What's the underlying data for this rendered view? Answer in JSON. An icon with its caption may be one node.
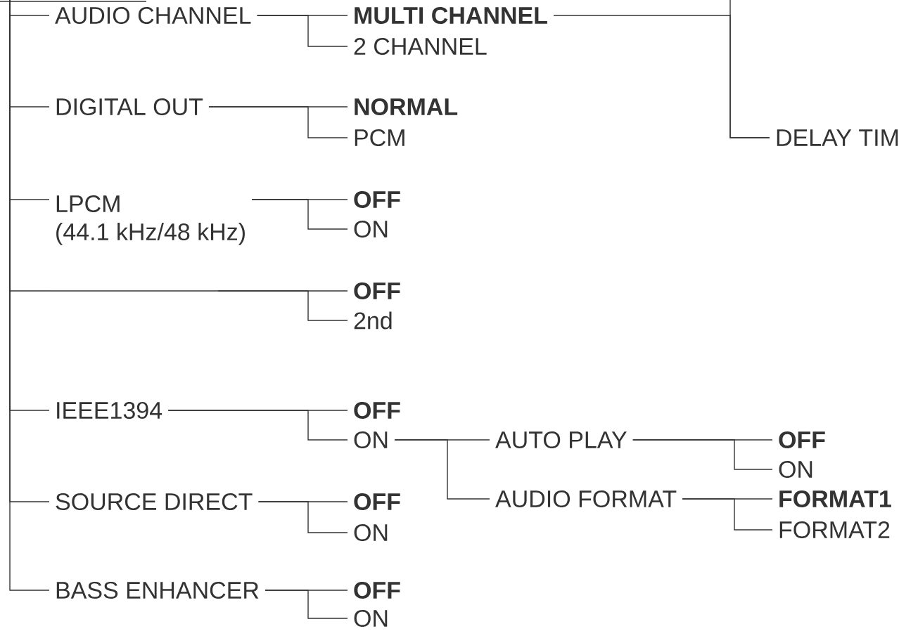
{
  "diagram": {
    "nodes": [
      {
        "text": [
          "AUDIO CHANNEL"
        ]
      },
      {
        "text": [
          "MULTI CHANNEL"
        ]
      },
      {
        "text": [
          "2 CHANNEL"
        ]
      },
      {
        "text": [
          "DIGITAL OUT"
        ]
      },
      {
        "text": [
          "NORMAL"
        ]
      },
      {
        "text": [
          "PCM"
        ]
      },
      {
        "text": [
          "LPCM",
          "(44.1 kHz/48 kHz)"
        ]
      },
      {
        "text": [
          "OFF"
        ]
      },
      {
        "text": [
          "ON"
        ]
      },
      {
        "text": [],
        "shape": "line"
      },
      {
        "text": [
          "OFF"
        ]
      },
      {
        "text": [
          "2nd"
        ]
      },
      {
        "text": [
          "IEEE1394"
        ]
      },
      {
        "text": [
          "OFF"
        ]
      },
      {
        "text": [
          "ON"
        ]
      },
      {
        "text": [
          "AUTO PLAY"
        ]
      },
      {
        "text": [
          "AUDIO  FORMAT"
        ]
      },
      {
        "text": [
          "OFF"
        ]
      },
      {
        "text": [
          "ON"
        ]
      },
      {
        "text": [
          "FORMAT1"
        ]
      },
      {
        "text": [
          "FORMAT2"
        ]
      },
      {
        "text": [
          "SOURCE DIRECT"
        ]
      },
      {
        "text": [
          "OFF"
        ]
      },
      {
        "text": [
          "ON"
        ]
      },
      {
        "text": [
          "BASS ENHANCER"
        ]
      },
      {
        "text": [
          "OFF"
        ]
      },
      {
        "text": [
          "ON"
        ]
      },
      {
        "text": [
          "DELAY TIM"
        ]
      }
    ],
    "edges": [
      {
        "from": null,
        "to": 0,
        "arrow": "none"
      },
      {
        "from": null,
        "to": 3,
        "arrow": "none"
      },
      {
        "from": null,
        "to": 6,
        "arrow": "none"
      },
      {
        "from": null,
        "to": 9,
        "arrow": "none"
      },
      {
        "from": null,
        "to": 12,
        "arrow": "none"
      },
      {
        "from": null,
        "to": 21,
        "arrow": "none"
      },
      {
        "from": null,
        "to": 24,
        "arrow": "none"
      },
      {
        "from": 0,
        "to": 1,
        "arrow": "none"
      },
      {
        "from": 0,
        "to": 2,
        "arrow": "none"
      },
      {
        "from": 1,
        "to": 27,
        "arrow": "none"
      },
      {
        "from": null,
        "to": 27,
        "arrow": "none"
      },
      {
        "from": 3,
        "to": 4,
        "arrow": "none"
      },
      {
        "from": 3,
        "to": 5,
        "arrow": "none"
      },
      {
        "from": 6,
        "to": 7,
        "arrow": "none"
      },
      {
        "from": 6,
        "to": 8,
        "arrow": "none"
      },
      {
        "from": 9,
        "to": 10,
        "arrow": "none"
      },
      {
        "from": 9,
        "to": 11,
        "arrow": "none"
      },
      {
        "from": 12,
        "to": 13,
        "arrow": "none"
      },
      {
        "from": 12,
        "to": 14,
        "arrow": "none"
      },
      {
        "from": 14,
        "to": 15,
        "arrow": "none"
      },
      {
        "from": 14,
        "to": 16,
        "arrow": "none"
      },
      {
        "from": 15,
        "to": 17,
        "arrow": "none"
      },
      {
        "from": 15,
        "to": 18,
        "arrow": "none"
      },
      {
        "from": 16,
        "to": 19,
        "arrow": "none"
      },
      {
        "from": 16,
        "to": 20,
        "arrow": "none"
      },
      {
        "from": 21,
        "to": 22,
        "arrow": "none"
      },
      {
        "from": 21,
        "to": 23,
        "arrow": "none"
      },
      {
        "from": 24,
        "to": 25,
        "arrow": "none"
      },
      {
        "from": 24,
        "to": 26,
        "arrow": "none"
      }
    ]
  }
}
